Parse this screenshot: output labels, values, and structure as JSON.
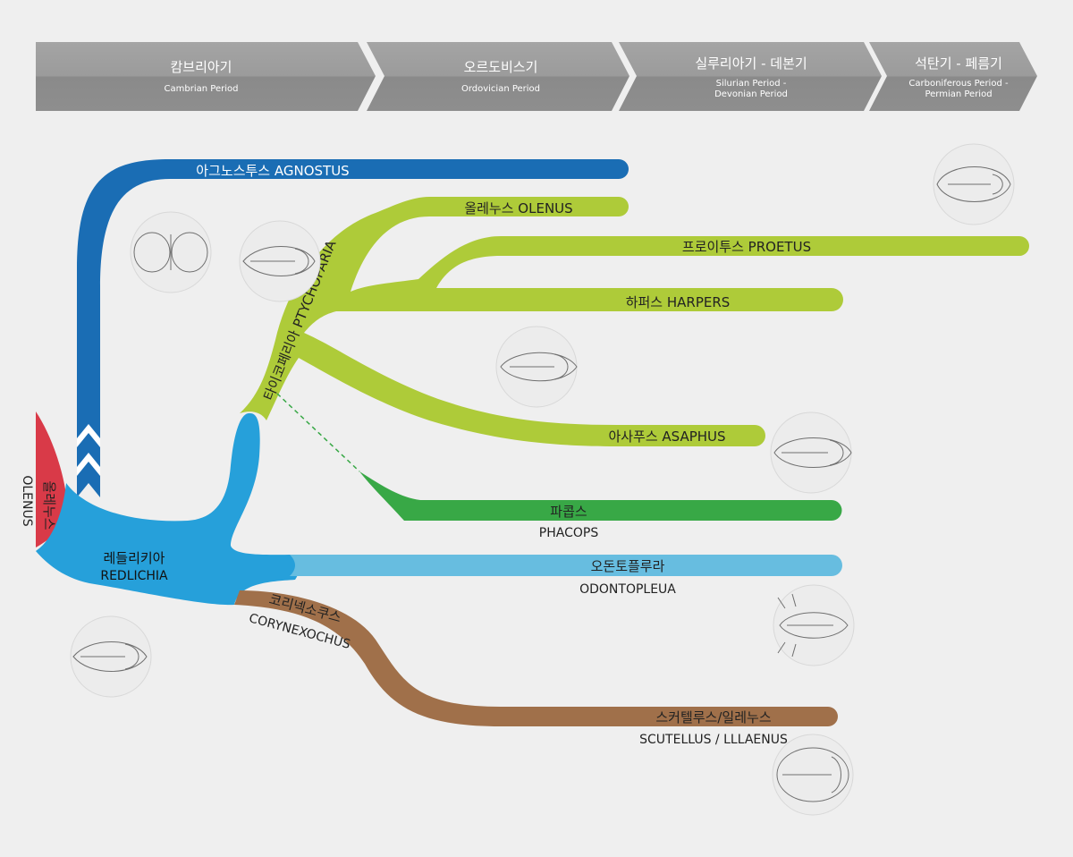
{
  "periods": [
    {
      "ko": "캄브리아기",
      "en": [
        "Cambrian Period"
      ]
    },
    {
      "ko": "오르도비스기",
      "en": [
        "Ordovician Period"
      ]
    },
    {
      "ko": "실루리아기 - 데본기",
      "en": [
        "Silurian Period -",
        "Devonian Period"
      ]
    },
    {
      "ko": "석탄기 - 페름기",
      "en": [
        "Carboniferous Period -",
        "Permian Period"
      ]
    }
  ],
  "branches": {
    "agnostus": {
      "label": "아그노스투스 AGNOSTUS",
      "color": "#1a6db4"
    },
    "olenus_top": {
      "label": "올레누스 OLENUS",
      "color": "#aecb39"
    },
    "proetus": {
      "label": "프로이투스 PROETUS",
      "color": "#aecb39"
    },
    "harpers": {
      "label": "하퍼스 HARPERS",
      "color": "#aecb39"
    },
    "asaphus": {
      "label": "아사푸스 ASAPHUS",
      "color": "#aecb39"
    },
    "ptychoparia": {
      "label": "타이코페리아 PTYCHOPARIA",
      "color": "#aecb39"
    },
    "phacops": {
      "ko": "파콥스",
      "en": "PHACOPS",
      "color": "#38a846"
    },
    "odontopleua": {
      "ko": "오돈토플루라",
      "en": "ODONTOPLEUA",
      "color": "#67bde0"
    },
    "redlichia": {
      "ko": "레들리키아",
      "en": "REDLICHIA",
      "color": "#26a0da"
    },
    "corynexochus": {
      "ko": "코리넥소쿠스",
      "en": "CORYNEXOCHUS",
      "color": "#a0704a"
    },
    "scutellus": {
      "ko": "스커텔루스/일레누스",
      "en": "SCUTELLUS / LLLAENUS",
      "color": "#a0704a"
    },
    "olenus_root": {
      "ko": "올레누스",
      "en": "OLENUS",
      "color": "#d93a48"
    }
  },
  "fossil_icons": [
    "trilobite-fossil-icon",
    "agnostus-fossil-icon",
    "olenus-fossil-icon",
    "proetus-fossil-icon",
    "harpes-fossil-icon",
    "asaphus-fossil-icon",
    "odontopleura-fossil-icon",
    "redlichia-fossil-icon",
    "scutellus-fossil-icon"
  ]
}
